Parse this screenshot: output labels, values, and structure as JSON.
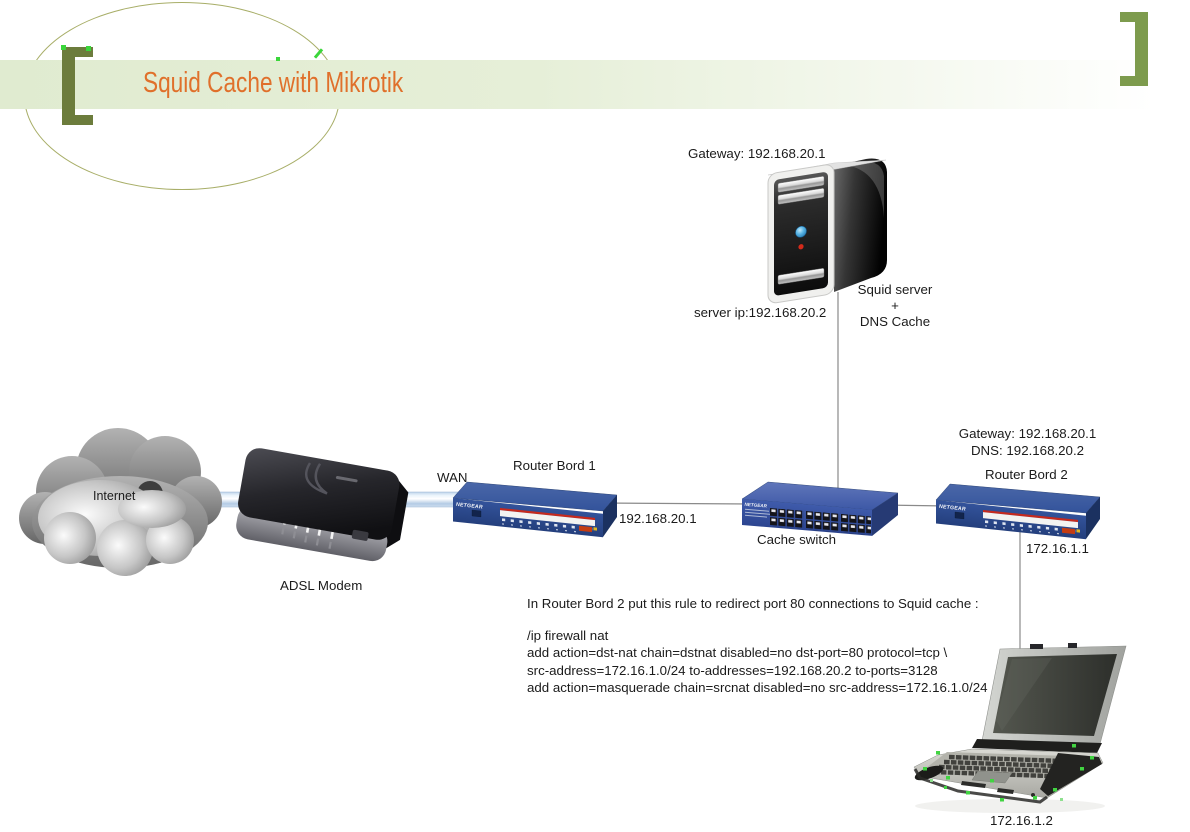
{
  "title": "Squid Cache with Mikrotik",
  "devices": {
    "internet": {
      "label": "Internet"
    },
    "adsl_modem": {
      "label": "ADSL Modem"
    },
    "router1": {
      "name": "Router Bord 1",
      "wan_label": "WAN",
      "lan_ip": "192.168.20.1",
      "brand": "NETGEAR"
    },
    "cache_switch": {
      "label": "Cache switch",
      "brand": "NETGEAR"
    },
    "squid_server": {
      "gateway": "Gateway: 192.168.20.1",
      "server_ip": "server ip:192.168.20.2",
      "role": [
        "Squid server",
        "+",
        "DNS Cache"
      ]
    },
    "router2": {
      "gateway": "Gateway: 192.168.20.1",
      "dns": "DNS: 192.168.20.2",
      "name": "Router Bord 2",
      "lan_ip": "172.16.1.1",
      "brand": "NETGEAR"
    },
    "laptop": {
      "ip": "172.16.1.2"
    }
  },
  "note": {
    "intro": "In Router Bord 2 put this rule to redirect port 80 connections to Squid cache :",
    "commands": [
      "/ip firewall nat",
      "add action=dst-nat chain=dstnat disabled=no dst-port=80 protocol=tcp \\",
      "src-address=172.16.1.0/24 to-addresses=192.168.20.2 to-ports=3128",
      "add action=masquerade chain=srcnat disabled=no src-address=172.16.1.0/24"
    ]
  },
  "colors": {
    "title_orange": "#e0702b",
    "banner_green": "#e3edd4",
    "bracket_left": "#6c7c3c",
    "bracket_right": "#7d9b4d",
    "router_blue": "#2c4a8c",
    "cable_blue": "#b9cfe8",
    "line_gray": "#8a8a8a"
  }
}
